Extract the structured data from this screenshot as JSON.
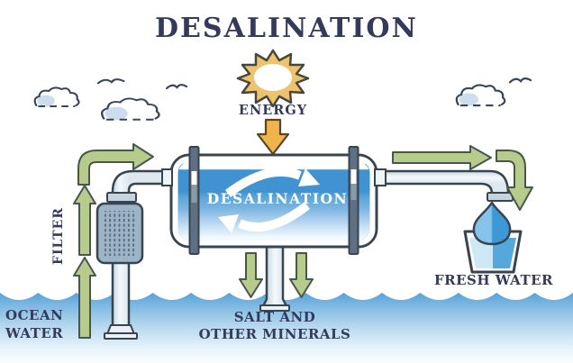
{
  "diagram": {
    "title": "DESALINATION",
    "energy_label": "ENERGY",
    "filter_label": "FILTER",
    "tank_label": "DESALINATION",
    "ocean_water_line1": "OCEAN",
    "ocean_water_line2": "WATER",
    "salt_line1": "SALT AND",
    "salt_line2": "OTHER MINERALS",
    "fresh_water_label": "FRESH WATER"
  },
  "icons": {
    "sun": "sun-icon",
    "energy_arrow": "energy-down-arrow-icon",
    "cloud": "cloud-icon",
    "bird": "bird-icon",
    "flow_arrow": "green-flow-arrow-icon",
    "circulation": "circulation-arrows-icon",
    "filter_unit": "filter-unit-icon",
    "tank": "desalination-tank-icon",
    "droplet": "water-droplet-icon",
    "glass": "fresh-water-glass-icon",
    "ocean": "ocean-waves-icon"
  },
  "colors": {
    "text_navy": "#333a5c",
    "outline_dark": "#36454f",
    "arrow_green": "#b7cb8d",
    "arrow_green_outline": "#49564c",
    "energy_orange": "#f0b44c",
    "sun_gold": "#edc36e",
    "tank_water_dark": "#4093d0",
    "tank_water_light": "#dcedf8",
    "ocean_top": "#4d9dd4",
    "pipe_fill": "#ebf1f6",
    "filter_fill": "#9db3c6",
    "droplet_blue": "#3f98d6",
    "glass_water_light": "#cfe8f6",
    "glass_water_dark": "#55a8dc",
    "white_arrow": "#ffffff"
  }
}
